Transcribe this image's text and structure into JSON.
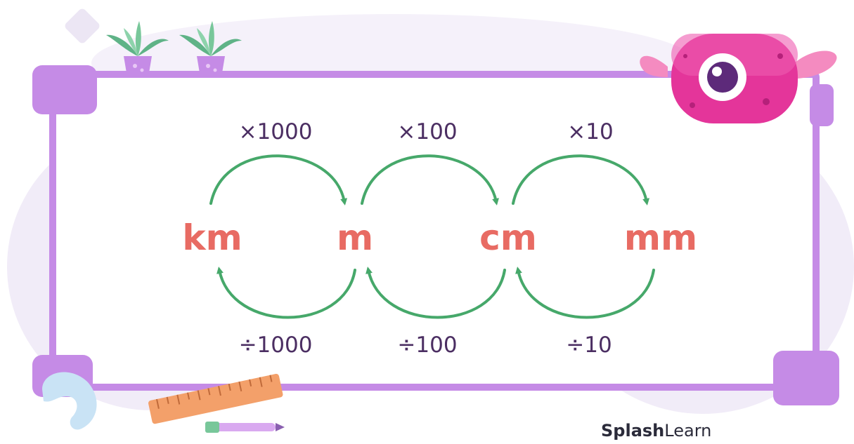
{
  "units": [
    "km",
    "m",
    "cm",
    "mm"
  ],
  "multiply": [
    "×1000",
    "×100",
    "×10"
  ],
  "divide": [
    "÷1000",
    "÷100",
    "÷10"
  ],
  "brand": {
    "bold": "Splash",
    "regular": "Learn"
  },
  "colors": {
    "unit": "#e86b63",
    "operator": "#4b2e62",
    "arrow": "#46a86a",
    "frame": "#c58be6",
    "blob": "#f1ecf8"
  },
  "icons": [
    "plant-icon",
    "plant-icon",
    "monster-icon",
    "ruler-icon",
    "pen-icon",
    "hook-shape-icon"
  ]
}
